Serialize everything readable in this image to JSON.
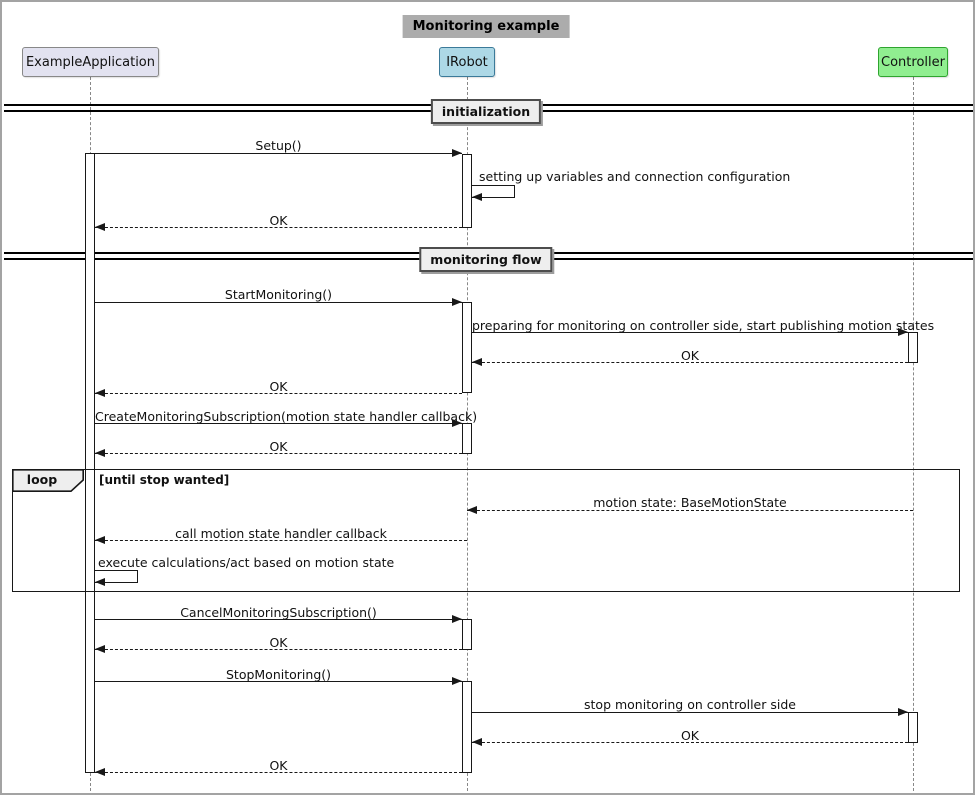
{
  "diagram": {
    "title": "Monitoring example",
    "colors": {
      "title_bg": "#acacac",
      "frame_fill": "#eeeeee",
      "line": "#181818",
      "lifeline": "#888888"
    },
    "participants": [
      {
        "label": "ExampleApplication",
        "fill": "#E2E2F0",
        "border": "#9898b8"
      },
      {
        "label": "IRobot",
        "fill": "#ADD8E6",
        "border": "#3b7a99"
      },
      {
        "label": "Controller",
        "fill": "#90EE90",
        "border": "#2fa42f"
      }
    ],
    "dividers": [
      {
        "label": "initialization"
      },
      {
        "label": "monitoring flow"
      }
    ],
    "loop": {
      "keyword": "loop",
      "condition": "[until stop wanted]"
    },
    "messages": [
      {
        "label": "Setup()",
        "from": "ExampleApplication",
        "to": "IRobot",
        "kind": "call"
      },
      {
        "label": "setting up variables and connection configuration",
        "from": "IRobot",
        "to": "IRobot",
        "kind": "self"
      },
      {
        "label": "OK",
        "from": "IRobot",
        "to": "ExampleApplication",
        "kind": "return"
      },
      {
        "label": "StartMonitoring()",
        "from": "ExampleApplication",
        "to": "IRobot",
        "kind": "call"
      },
      {
        "label": "preparing for monitoring on controller side, start publishing motion states",
        "from": "IRobot",
        "to": "Controller",
        "kind": "call"
      },
      {
        "label": "OK",
        "from": "Controller",
        "to": "IRobot",
        "kind": "return"
      },
      {
        "label": "OK",
        "from": "IRobot",
        "to": "ExampleApplication",
        "kind": "return"
      },
      {
        "label": "CreateMonitoringSubscription(motion state handler callback)",
        "from": "ExampleApplication",
        "to": "IRobot",
        "kind": "call"
      },
      {
        "label": "OK",
        "from": "IRobot",
        "to": "ExampleApplication",
        "kind": "return"
      },
      {
        "label": "motion state: BaseMotionState",
        "from": "Controller",
        "to": "IRobot",
        "kind": "return"
      },
      {
        "label": "call motion state handler callback",
        "from": "IRobot",
        "to": "ExampleApplication",
        "kind": "return"
      },
      {
        "label": "execute calculations/act based on motion state",
        "from": "ExampleApplication",
        "to": "ExampleApplication",
        "kind": "self"
      },
      {
        "label": "CancelMonitoringSubscription()",
        "from": "ExampleApplication",
        "to": "IRobot",
        "kind": "call"
      },
      {
        "label": "OK",
        "from": "IRobot",
        "to": "ExampleApplication",
        "kind": "return"
      },
      {
        "label": "StopMonitoring()",
        "from": "ExampleApplication",
        "to": "IRobot",
        "kind": "call"
      },
      {
        "label": "stop monitoring on controller side",
        "from": "IRobot",
        "to": "Controller",
        "kind": "call"
      },
      {
        "label": "OK",
        "from": "Controller",
        "to": "IRobot",
        "kind": "return"
      },
      {
        "label": "OK",
        "from": "IRobot",
        "to": "ExampleApplication",
        "kind": "return"
      }
    ]
  }
}
